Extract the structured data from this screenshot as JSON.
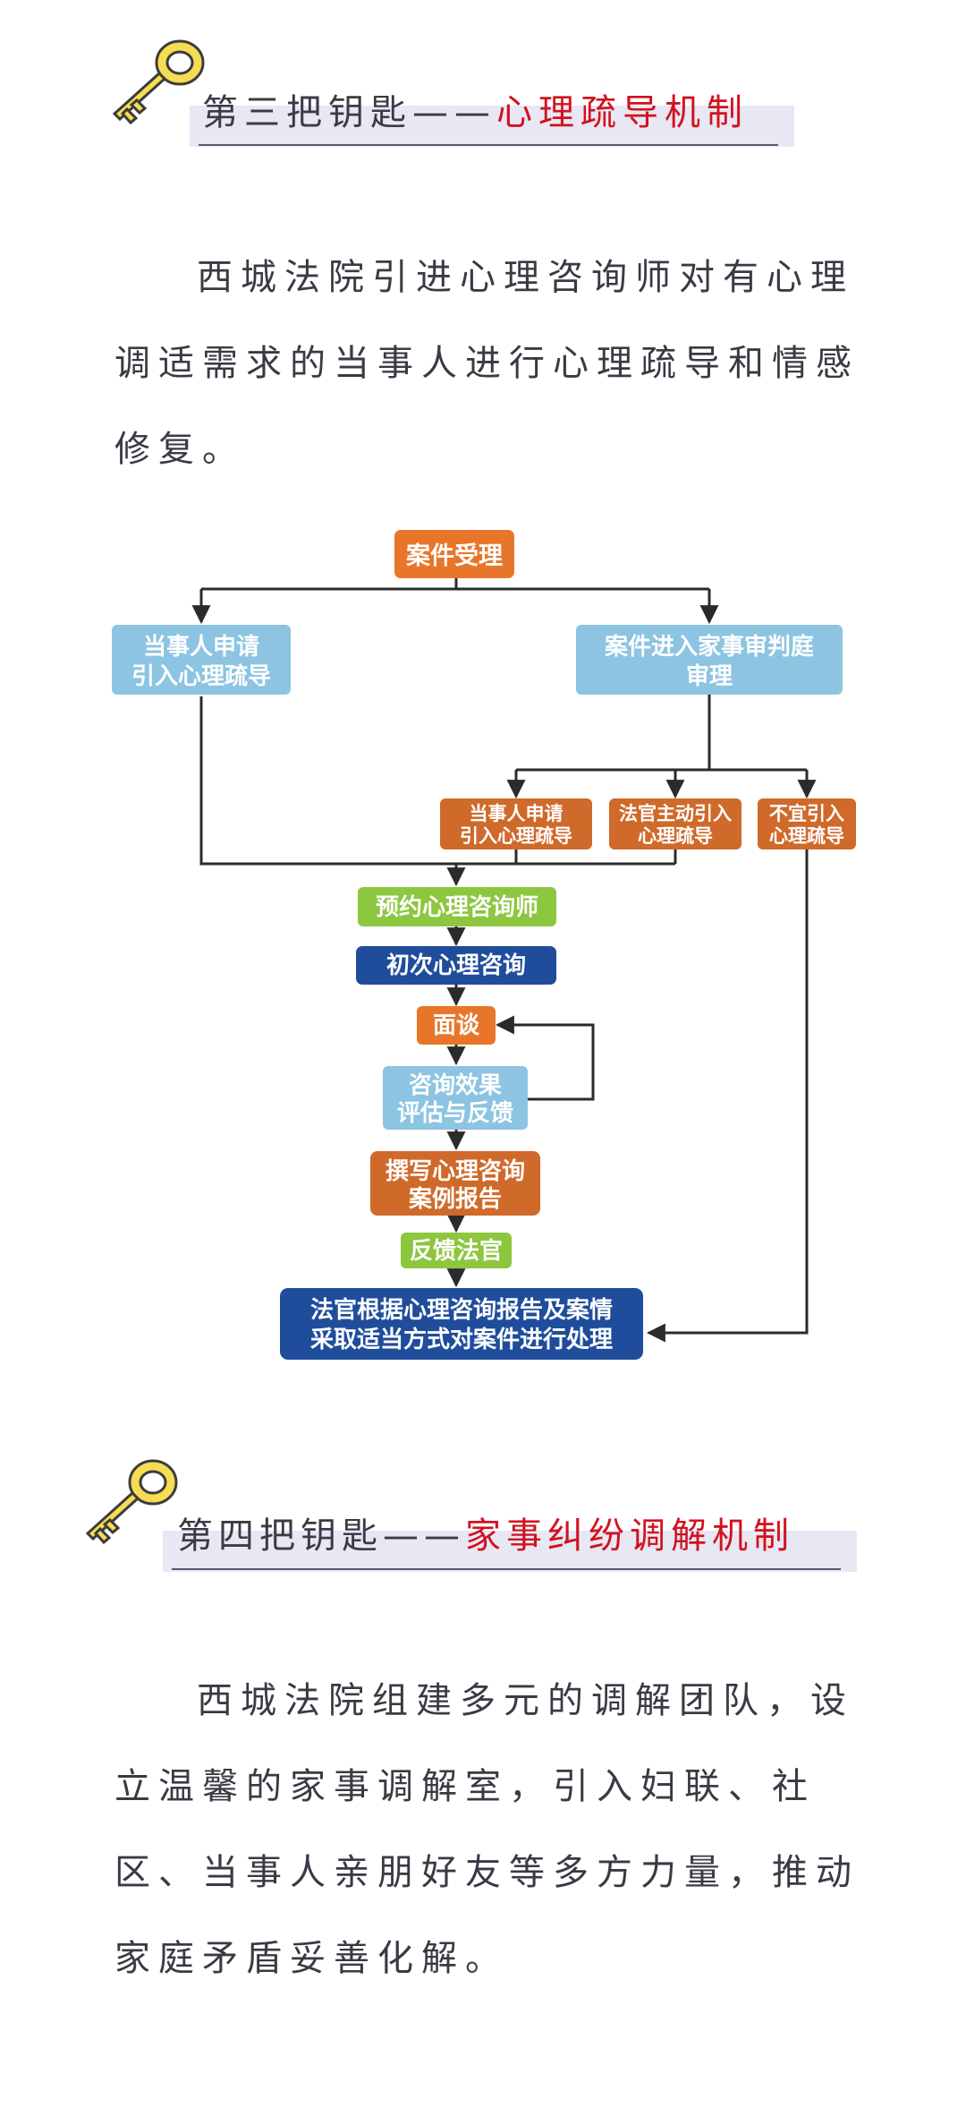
{
  "section3": {
    "heading_prefix": "第三把钥匙——",
    "heading_accent": "心理疏导机制",
    "paragraph": "西城法院引进心理咨询师对有心理调适需求的当事人进行心理疏导和情感修复。"
  },
  "flowchart": {
    "nodes": {
      "case_accept": "案件受理",
      "party_apply_1": "当事人申请",
      "party_apply_2": "引入心理疏导",
      "family_trial_1": "案件进入家事审判庭",
      "family_trial_2": "审理",
      "sub_party_1": "当事人申请",
      "sub_party_2": "引入心理疏导",
      "sub_judge_1": "法官主动引入",
      "sub_judge_2": "心理疏导",
      "sub_no_1": "不宜引入",
      "sub_no_2": "心理疏导",
      "book_counselor": "预约心理咨询师",
      "first_consult": "初次心理咨询",
      "interview": "面谈",
      "evaluate_1": "咨询效果",
      "evaluate_2": "评估与反馈",
      "write_report_1": "撰写心理咨询",
      "write_report_2": "案例报告",
      "feedback_judge": "反馈法官",
      "judge_handle_1": "法官根据心理咨询报告及案情",
      "judge_handle_2": "采取适当方式对案件进行处理"
    },
    "colors": {
      "orange": "#e8762a",
      "brown_orange": "#cf6a2b",
      "light_blue": "#8cc4e2",
      "green": "#8dc63f",
      "navy": "#1f4d9b",
      "line": "#2b2b2b"
    }
  },
  "section4": {
    "heading_prefix": "第四把钥匙——",
    "heading_accent": "家事纠纷调解机制",
    "paragraph": "西城法院组建多元的调解团队，设立温馨的家事调解室，引入妇联、社区、当事人亲朋好友等多方力量，推动家庭矛盾妥善化解。"
  }
}
